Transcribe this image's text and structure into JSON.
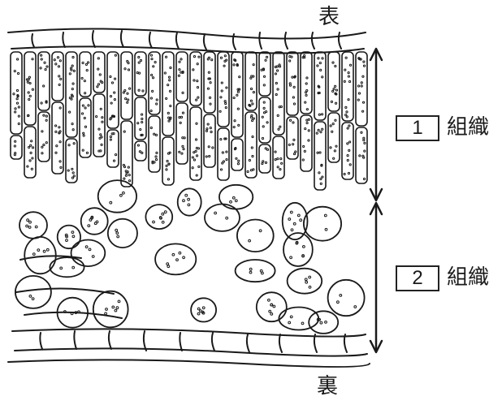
{
  "diagram": {
    "surface_labels": {
      "top": "表",
      "bottom": "裏"
    },
    "tissue_labels": [
      {
        "number": "1",
        "suffix": "組織"
      },
      {
        "number": "2",
        "suffix": "組織"
      }
    ],
    "ink_color": "#1a1a1a"
  }
}
